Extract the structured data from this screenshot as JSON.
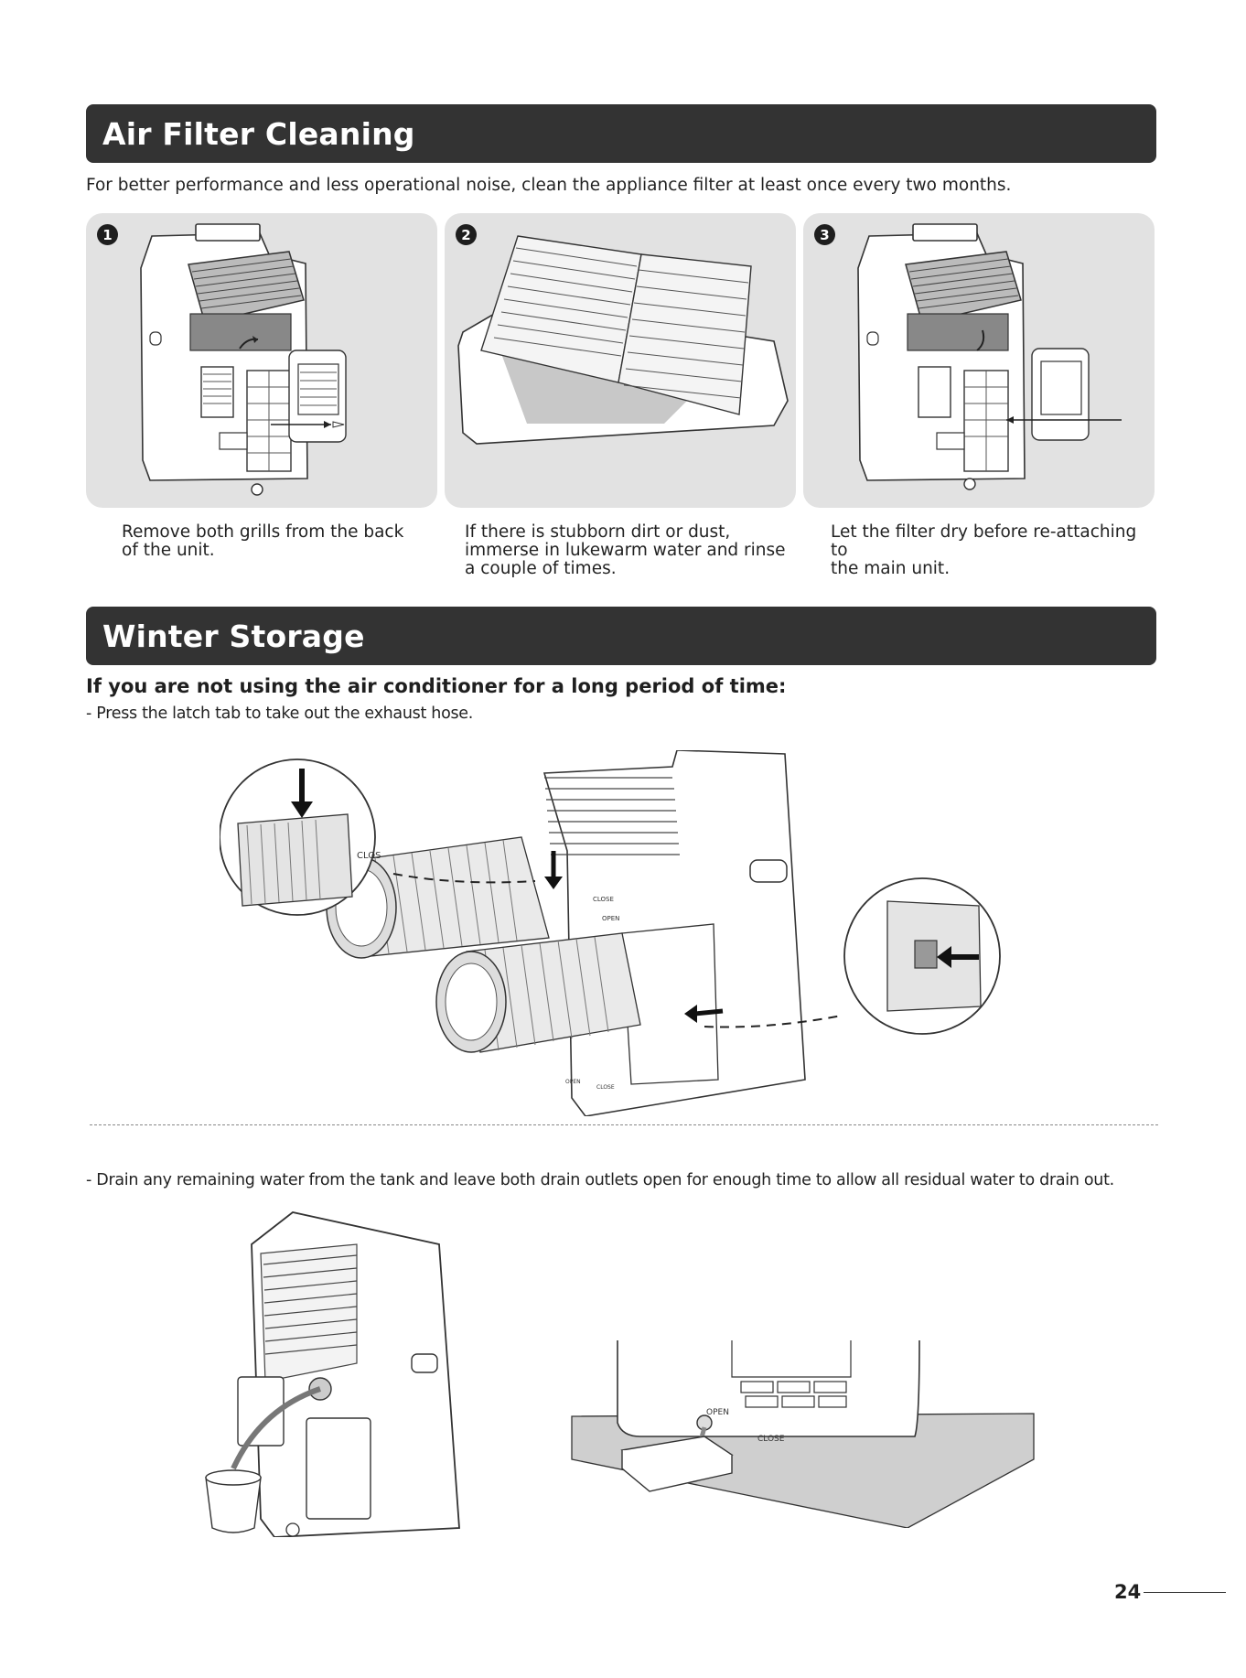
{
  "sections": {
    "air_filter": {
      "title": "Air Filter Cleaning",
      "intro": "For better performance and less operational noise, clean the appliance filter at least once every two months.",
      "steps": [
        {
          "number": "1",
          "caption_line1": "Remove both grills from the back",
          "caption_line2": "of the unit.",
          "caption_line3": ""
        },
        {
          "number": "2",
          "caption_line1": "If there is stubborn dirt or dust,",
          "caption_line2": "immerse in lukewarm water and rinse",
          "caption_line3": "a couple of times."
        },
        {
          "number": "3",
          "caption_line1": "Let the filter dry before re-attaching to",
          "caption_line2": "the main unit.",
          "caption_line3": ""
        }
      ]
    },
    "winter": {
      "title": "Winter Storage",
      "subheading": "If you are not using the air conditioner for a long period of time:",
      "bullet1": "- Press the latch tab to take out the exhaust hose.",
      "bullet2": "- Drain any remaining water from the tank and leave both drain outlets open for enough time to allow all residual water to drain out."
    }
  },
  "diagram_labels": {
    "close": "CLOSE",
    "open": "OPEN",
    "clos_partial": "CLOS",
    "open_partial": "OPEN"
  },
  "page_number": "24",
  "colors": {
    "banner": "#333333",
    "panel": "#e2e2e2",
    "line": "#3a3a3a"
  }
}
